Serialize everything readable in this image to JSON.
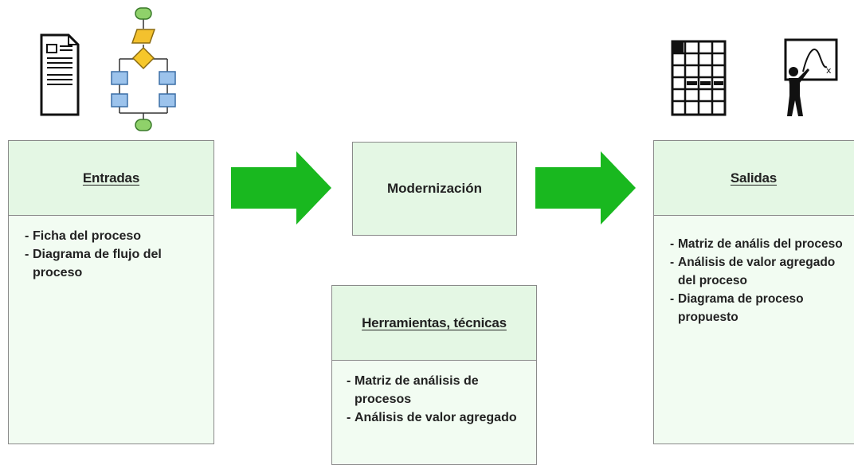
{
  "entradas": {
    "title": "Entradas",
    "items": [
      "Ficha del proceso",
      "Diagrama de flujo del proceso"
    ]
  },
  "modernizacion": {
    "title": "Modernización"
  },
  "herramientas": {
    "title": "Herramientas, técnicas",
    "items": [
      "Matriz de análisis de procesos",
      "Análisis de valor agregado"
    ]
  },
  "salidas": {
    "title": "Salidas",
    "items": [
      "Matriz de anális del proceso",
      "Análisis de valor agregado del proceso",
      "Diagrama de proceso propuesto"
    ]
  },
  "colors": {
    "arrow": "#19b81f",
    "header_fill": "#e4f7e4",
    "body_fill": "#f2fcf2",
    "border": "#8a8a8a"
  }
}
